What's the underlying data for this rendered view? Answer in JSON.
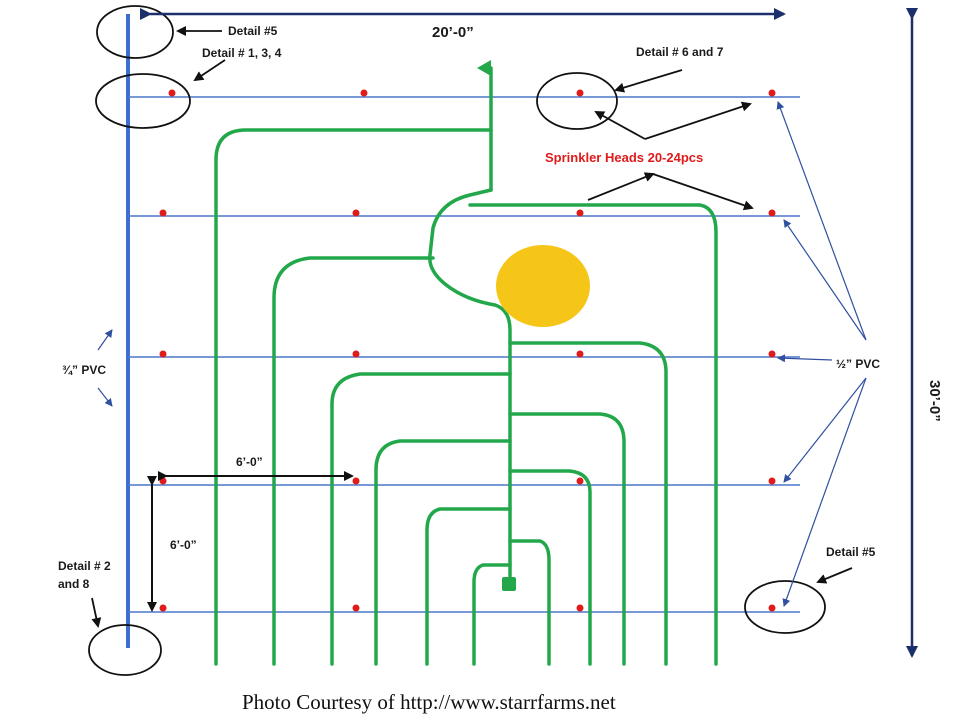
{
  "title": "",
  "dimensions": {
    "width_label": "20’-0”",
    "height_label": "30’-0”",
    "row_spacing_label": "6’-0”",
    "column_spacing_label": "6’-0”"
  },
  "labels": {
    "detail_5_top": "Detail #5",
    "detail_1_3_4": "Detail # 1, 3, 4",
    "detail_6_7": "Detail # 6 and 7",
    "sprinkler_heads": "Sprinkler Heads  20-24pcs",
    "main_pipe": "¾” PVC",
    "lateral_pipe": "½” PVC",
    "detail_2_8_line1": "Detail # 2",
    "detail_2_8_line2": "and 8",
    "detail_5_bottom": "Detail #5"
  },
  "credit": "Photo Courtesy of http://www.starrfarms.net",
  "colors": {
    "pipe": "#4a78c8",
    "main_pipe": "#3e6fcf",
    "arrow": "#1a2f6b",
    "plant_rows": "#22a84a",
    "sprinkler": "#e01b1b",
    "yellow_circle": "#f5c518"
  },
  "sprinkler_heads_count": "20-24"
}
